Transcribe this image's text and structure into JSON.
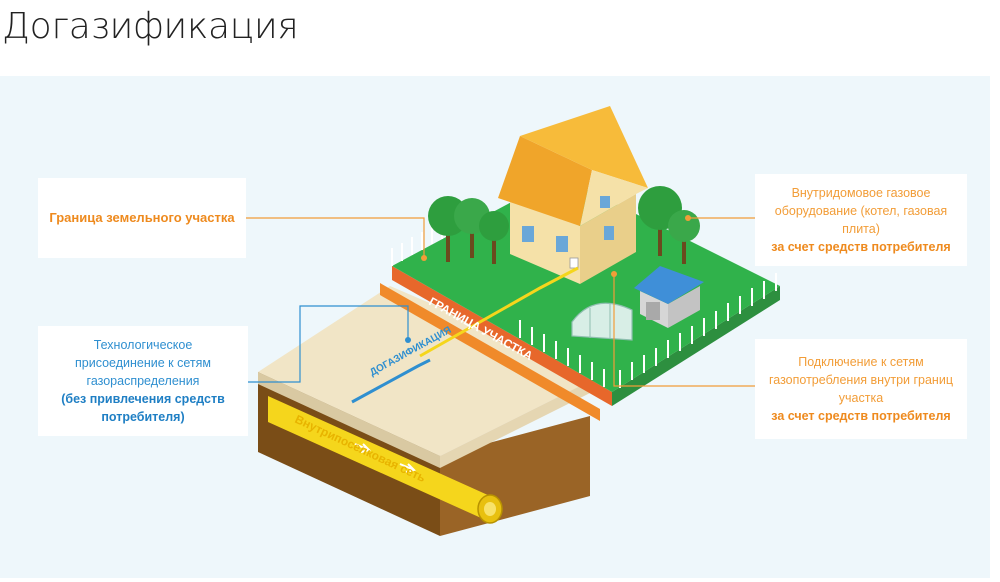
{
  "page_title": "Догазификация",
  "labels": {
    "land_boundary": {
      "text": "Граница земельного участка"
    },
    "tech_connection": {
      "text": "Технологическое присоединение к сетям газораспределения",
      "emphasis": "(без привлечения средств потребителя)"
    },
    "indoor_equipment": {
      "text": "Внутридомовое газовое оборудование (котел, газовая плита)",
      "emphasis": "за счет средств потребителя"
    },
    "connection_inside": {
      "text": "Подключение к сетям газопотребления внутри границ участка",
      "emphasis": "за счет средств потребителя"
    }
  },
  "scene": {
    "boundary_strip_label": "ГРАНИЦА УЧАСТКА",
    "pipe_label": "ДОГАЗИФИКАЦИЯ",
    "network_label": "Внутрипоселковая сеть"
  },
  "colors": {
    "orange": "#f29d38",
    "blue": "#2f8fd0",
    "lawn": "#2db34a",
    "pipe": "#f3d21a",
    "soil": "#8a5a1e",
    "sand": "#efe3c3"
  }
}
